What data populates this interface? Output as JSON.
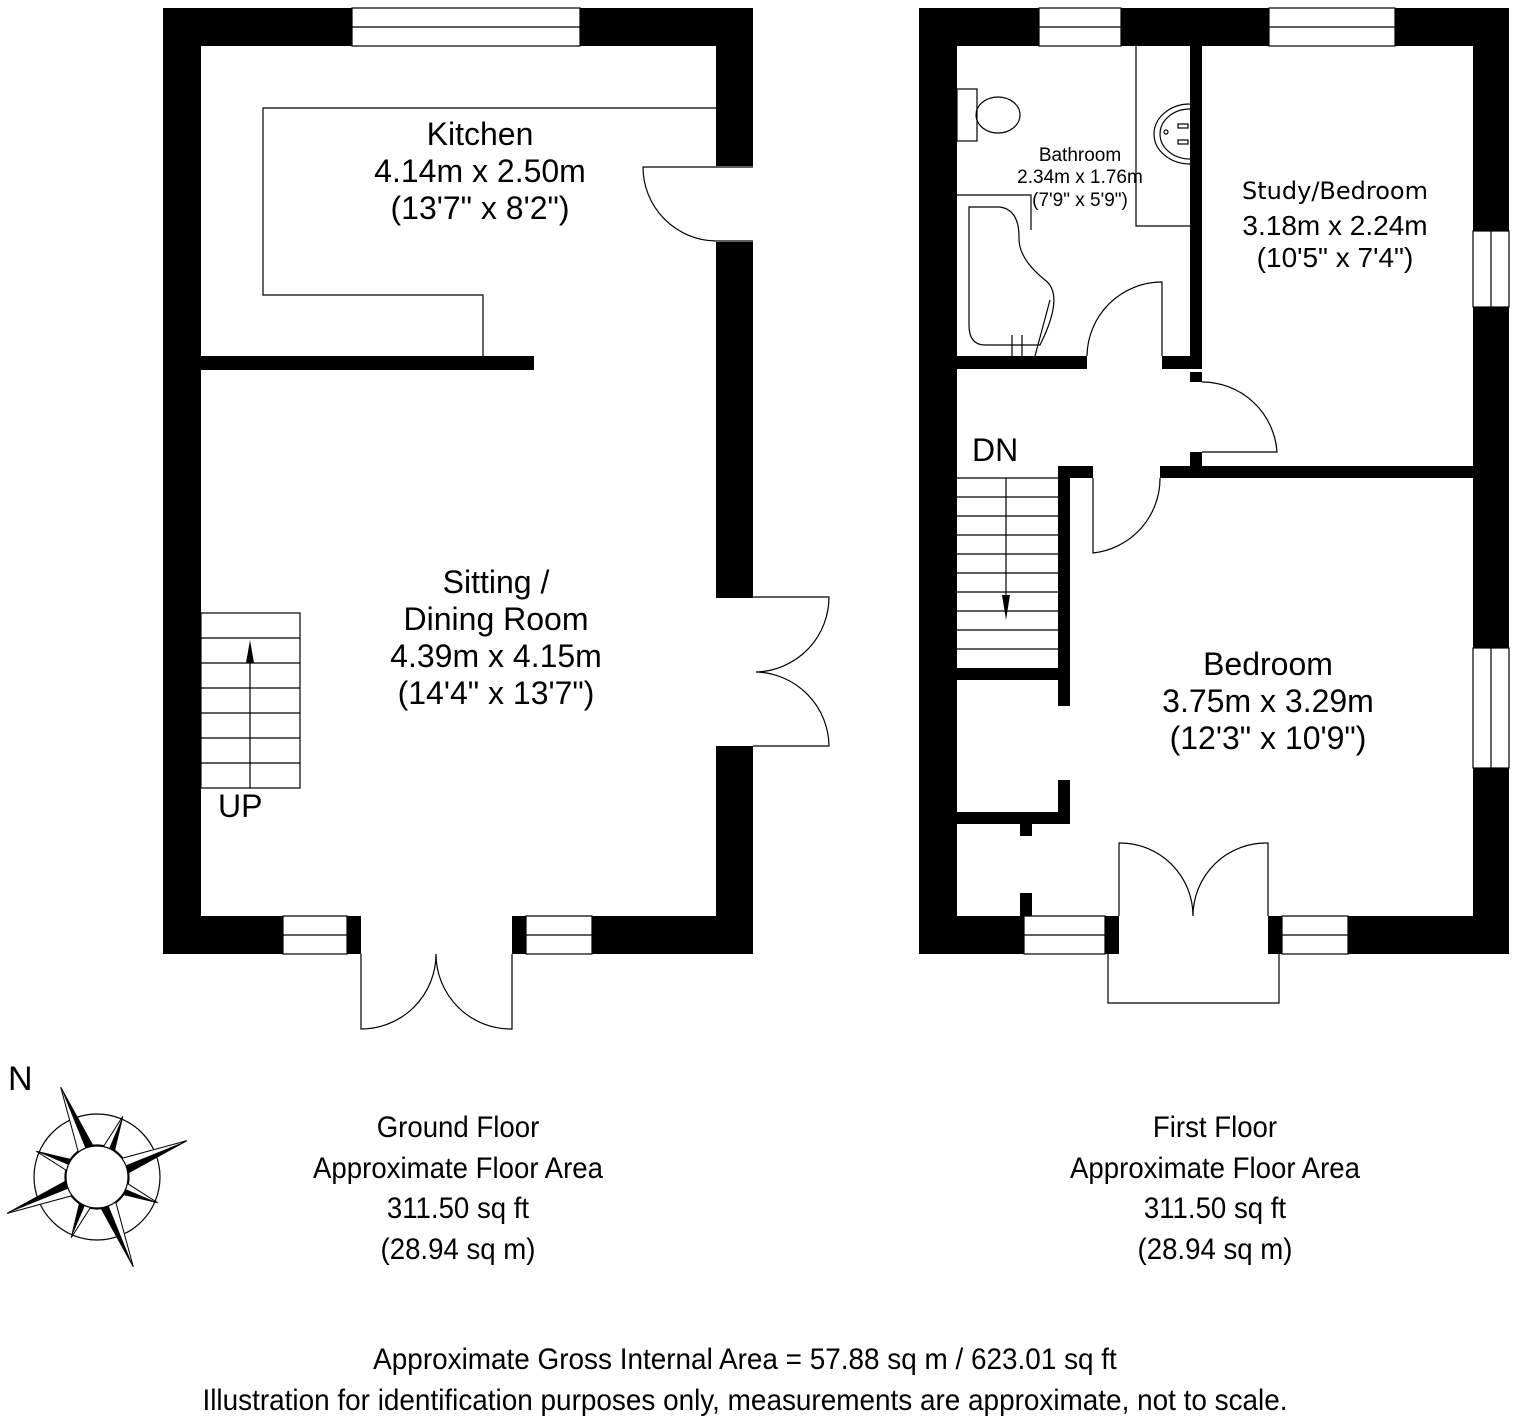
{
  "ground_floor": {
    "rooms": [
      {
        "name": "Kitchen",
        "metric": "4.14m x 2.50m",
        "imperial": "(13'7\" x 8'2\")"
      },
      {
        "name": "Sitting /",
        "name2": "Dining Room",
        "metric": "4.39m x 4.15m",
        "imperial": "(14'4\" x 13'7\")"
      }
    ],
    "stairs_label": "UP",
    "summary": {
      "title": "Ground Floor",
      "subtitle": "Approximate Floor Area",
      "sqft": "311.50 sq ft",
      "sqm": "(28.94 sq m)"
    }
  },
  "first_floor": {
    "rooms": [
      {
        "name": "Bathroom",
        "metric": "2.34m x 1.76m",
        "imperial": "(7'9\" x 5'9\")"
      },
      {
        "name": "Study/Bedroom",
        "metric": "3.18m x 2.24m",
        "imperial": "(10'5\" x 7'4\")"
      },
      {
        "name": "Bedroom",
        "metric": "3.75m x 3.29m",
        "imperial": "(12'3\" x 10'9\")"
      }
    ],
    "stairs_label": "DN",
    "summary": {
      "title": "First Floor",
      "subtitle": "Approximate Floor Area",
      "sqft": "311.50 sq ft",
      "sqm": "(28.94 sq m)"
    }
  },
  "compass": {
    "label": "N",
    "icon": "compass-rose-icon"
  },
  "footer": {
    "gross_area": "Approximate Gross Internal Area = 57.88 sq m / 623.01 sq ft",
    "disclaimer": "Illustration for identification purposes only, measurements are approximate, not to scale."
  }
}
